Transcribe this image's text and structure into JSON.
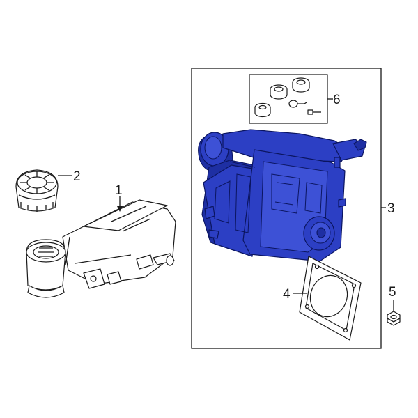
{
  "diagram": {
    "callouts": {
      "c1": "1",
      "c2": "2",
      "c3": "3",
      "c4": "4",
      "c5": "5",
      "c6": "6"
    },
    "highlight_color": "#2c3fc4",
    "icons": [
      "master-cylinder-reservoir",
      "reservoir-cap",
      "brake-booster",
      "booster-gasket",
      "hex-nut",
      "seal-kit"
    ]
  }
}
